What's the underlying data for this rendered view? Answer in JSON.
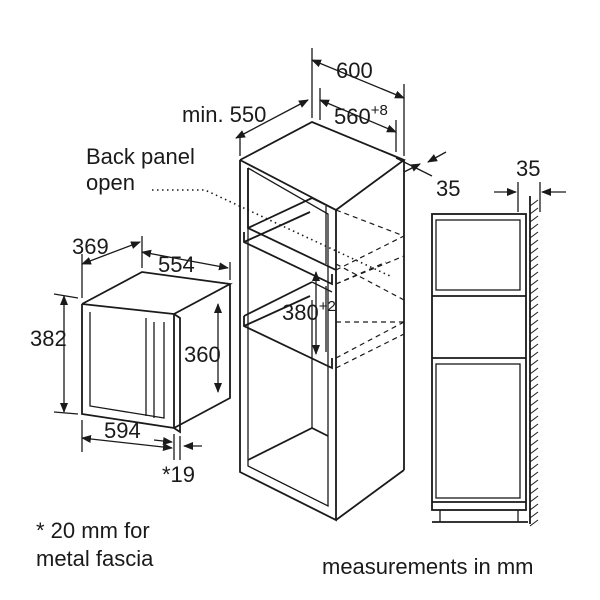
{
  "dimensions": {
    "cabinet_width": "600",
    "cabinet_depth_min": "min. 550",
    "niche_width": "560",
    "niche_width_tolerance": "+8",
    "side_gap": "35",
    "appliance_depth": "369",
    "appliance_inner_depth": "554",
    "appliance_height": "382",
    "appliance_inner_height": "360",
    "appliance_width": "594",
    "fascia_offset": "*19",
    "niche_height": "380",
    "niche_height_tolerance": "+2",
    "side_view_gap": "35"
  },
  "labels": {
    "back_panel_line1": "Back panel",
    "back_panel_line2": "open",
    "footnote_line1": "* 20 mm for",
    "footnote_line2": "metal fascia",
    "units_note": "measurements in mm"
  }
}
